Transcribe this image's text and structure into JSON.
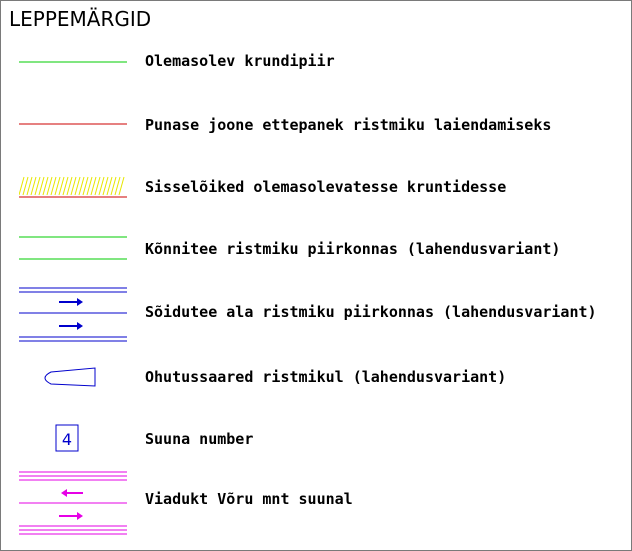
{
  "legend": {
    "title": "LEPPEMÄRGID",
    "items": [
      {
        "label": "Olemasolev krundipiir",
        "symbol": "green-line-icon"
      },
      {
        "label": "Punase joone ettepanek ristmiku laiendamiseks",
        "symbol": "red-line-icon"
      },
      {
        "label": "Sisselõiked olemasolevatesse kruntidesse",
        "symbol": "yellow-hatch-icon"
      },
      {
        "label": "Kõnnitee ristmiku piirkonnas (lahendusvariant)",
        "symbol": "double-green-line-icon"
      },
      {
        "label": "Sõidutee ala ristmiku piirkonnas (lahendusvariant)",
        "symbol": "blue-lanes-arrows-icon"
      },
      {
        "label": "Ohutussaared ristmikul (lahendusvariant)",
        "symbol": "traffic-island-icon"
      },
      {
        "label": "Suuna number",
        "symbol": "direction-number-box-icon",
        "number": "4"
      },
      {
        "label": "Viadukt Võru mnt suunal",
        "symbol": "magenta-lanes-arrows-icon"
      }
    ]
  },
  "colors": {
    "green": "#00cc00",
    "red": "#cc0000",
    "yellow": "#e6e600",
    "blue": "#0000cc",
    "magenta": "#e600e6"
  }
}
